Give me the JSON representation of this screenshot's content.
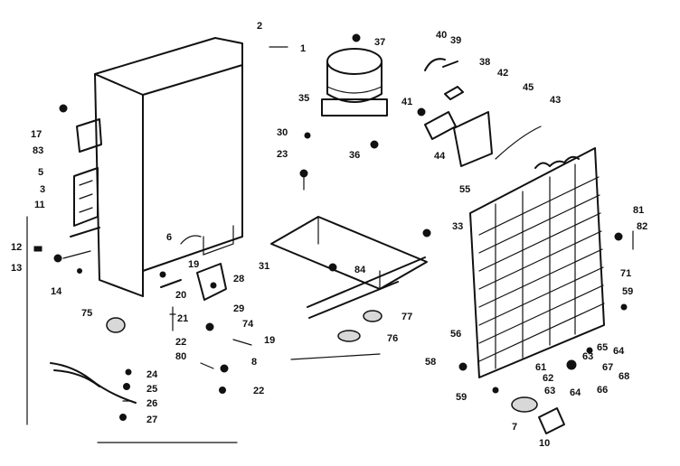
{
  "diagram": {
    "callouts": [
      "1",
      "2",
      "3",
      "5",
      "6",
      "7",
      "8",
      "10",
      "11",
      "12",
      "13",
      "14",
      "17",
      "19",
      "20",
      "21",
      "22",
      "23",
      "24",
      "25",
      "26",
      "27",
      "28",
      "29",
      "30",
      "31",
      "33",
      "35",
      "36",
      "37",
      "38",
      "39",
      "40",
      "41",
      "42",
      "43",
      "44",
      "45",
      "55",
      "56",
      "58",
      "59",
      "61",
      "62",
      "63",
      "64",
      "65",
      "66",
      "67",
      "68",
      "71",
      "74",
      "75",
      "76",
      "77",
      "80",
      "81",
      "82",
      "83",
      "84"
    ]
  }
}
